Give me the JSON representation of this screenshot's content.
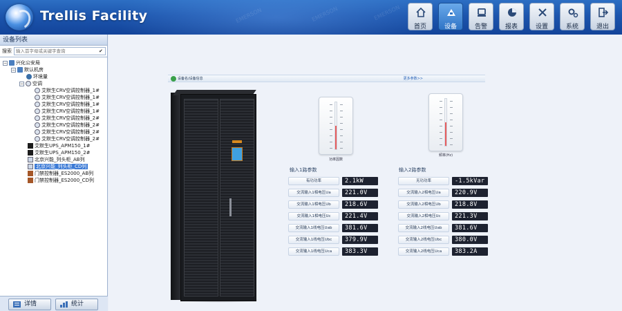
{
  "app": {
    "title": "Trellis Facility"
  },
  "nav": [
    {
      "label": "首页",
      "icon": "home-icon"
    },
    {
      "label": "设备",
      "icon": "device-icon",
      "active": true
    },
    {
      "label": "告警",
      "icon": "alarm-icon"
    },
    {
      "label": "报表",
      "icon": "report-icon"
    },
    {
      "label": "设置",
      "icon": "settings-icon"
    },
    {
      "label": "系统",
      "icon": "system-icon"
    },
    {
      "label": "退出",
      "icon": "exit-icon"
    }
  ],
  "sidebar": {
    "title": "设备列表",
    "search_label": "搜索",
    "search_placeholder": "输入首字母或关键字查询",
    "tree": [
      {
        "label": "兴化公安局",
        "icon": "building-icon",
        "level": 0
      },
      {
        "label": "默认机房",
        "icon": "room-icon",
        "level": 1
      },
      {
        "label": "环境量",
        "icon": "sensor-icon",
        "level": 2
      },
      {
        "label": "空调",
        "icon": "ac-icon",
        "level": 2
      },
      {
        "label": "艾默生CRV空调控制器_1#",
        "icon": "ac-unit-icon",
        "level": 3
      },
      {
        "label": "艾默生CRV空调控制器_1#",
        "icon": "ac-unit-icon",
        "level": 3
      },
      {
        "label": "艾默生CRV空调控制器_1#",
        "icon": "ac-unit-icon",
        "level": 3
      },
      {
        "label": "艾默生CRV空调控制器_1#",
        "icon": "ac-unit-icon",
        "level": 3
      },
      {
        "label": "艾默生CRV空调控制器_2#",
        "icon": "ac-unit-icon",
        "level": 3
      },
      {
        "label": "艾默生CRV空调控制器_2#",
        "icon": "ac-unit-icon",
        "level": 3
      },
      {
        "label": "艾默生CRV空调控制器_2#",
        "icon": "ac-unit-icon",
        "level": 3
      },
      {
        "label": "艾默生CRV空调控制器_2#",
        "icon": "ac-unit-icon",
        "level": 3
      },
      {
        "label": "艾默生UPS_APM150_1#",
        "icon": "ups-icon",
        "level": 2
      },
      {
        "label": "艾默生UPS_APM150_2#",
        "icon": "ups-icon",
        "level": 2
      },
      {
        "label": "北京兴能_列头柜_AB列",
        "icon": "pdu-icon",
        "level": 2
      },
      {
        "label": "北京兴能_列头柜_CD列",
        "icon": "pdu-icon",
        "level": 2,
        "selected": true
      },
      {
        "label": "门禁控制器_ES2000_AB列",
        "icon": "door-icon",
        "level": 2
      },
      {
        "label": "门禁控制器_ES2000_CD列",
        "icon": "door-icon",
        "level": 2
      }
    ],
    "buttons": {
      "details": "详情",
      "stats": "统计"
    }
  },
  "panel": {
    "title": "设备名/设备信息",
    "more": "更多参数>>"
  },
  "gauges": [
    {
      "caption": "功率因数",
      "level": 0.5
    },
    {
      "caption": "频率(Hz)",
      "level": 0.5
    }
  ],
  "input1": {
    "title": "输入1路参数",
    "rows": [
      {
        "label": "有功功率",
        "value": "2.1kW"
      },
      {
        "label": "交流输入1相电压Ua",
        "value": "221.0V"
      },
      {
        "label": "交流输入1相电压Ub",
        "value": "218.6V"
      },
      {
        "label": "交流输入1相电压Uc",
        "value": "221.4V"
      },
      {
        "label": "交流输入1线电压Uab",
        "value": "381.6V"
      },
      {
        "label": "交流输入1线电压Ubc",
        "value": "379.9V"
      },
      {
        "label": "交流输入1线电压Uca",
        "value": "383.3V"
      }
    ]
  },
  "input2": {
    "title": "输入2路参数",
    "rows": [
      {
        "label": "无功功率",
        "value": "-1.5kVar"
      },
      {
        "label": "交流输入2相电压Ua",
        "value": "220.9V"
      },
      {
        "label": "交流输入2相电压Ub",
        "value": "218.8V"
      },
      {
        "label": "交流输入2相电压Uc",
        "value": "221.3V"
      },
      {
        "label": "交流输入2线电压Uab",
        "value": "381.6V"
      },
      {
        "label": "交流输入2线电压Ubc",
        "value": "380.0V"
      },
      {
        "label": "交流输入2线电压Uca",
        "value": "383.2A"
      }
    ]
  },
  "watermark": "EMERSON"
}
